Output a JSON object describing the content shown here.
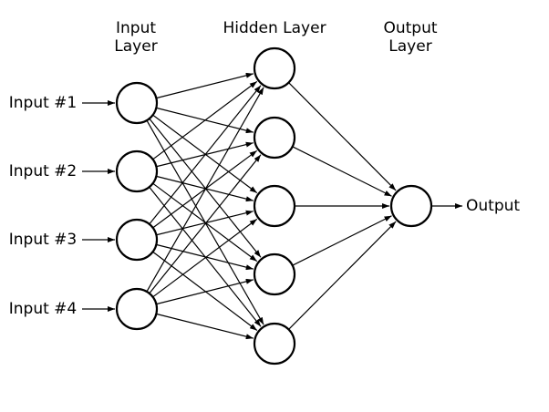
{
  "diagram": {
    "headers": {
      "input": [
        "Input",
        "Layer"
      ],
      "hidden": "Hidden Layer",
      "output": [
        "Output",
        "Layer"
      ]
    },
    "inputs": [
      "Input #1",
      "Input #2",
      "Input #3",
      "Input #4"
    ],
    "output_label": "Output",
    "layers": {
      "input_count": 4,
      "hidden_count": 5,
      "output_count": 1
    },
    "connectivity": "fully-connected",
    "colors": {
      "stroke": "#000000",
      "node_fill": "#ffffff",
      "background": "#ffffff"
    }
  }
}
